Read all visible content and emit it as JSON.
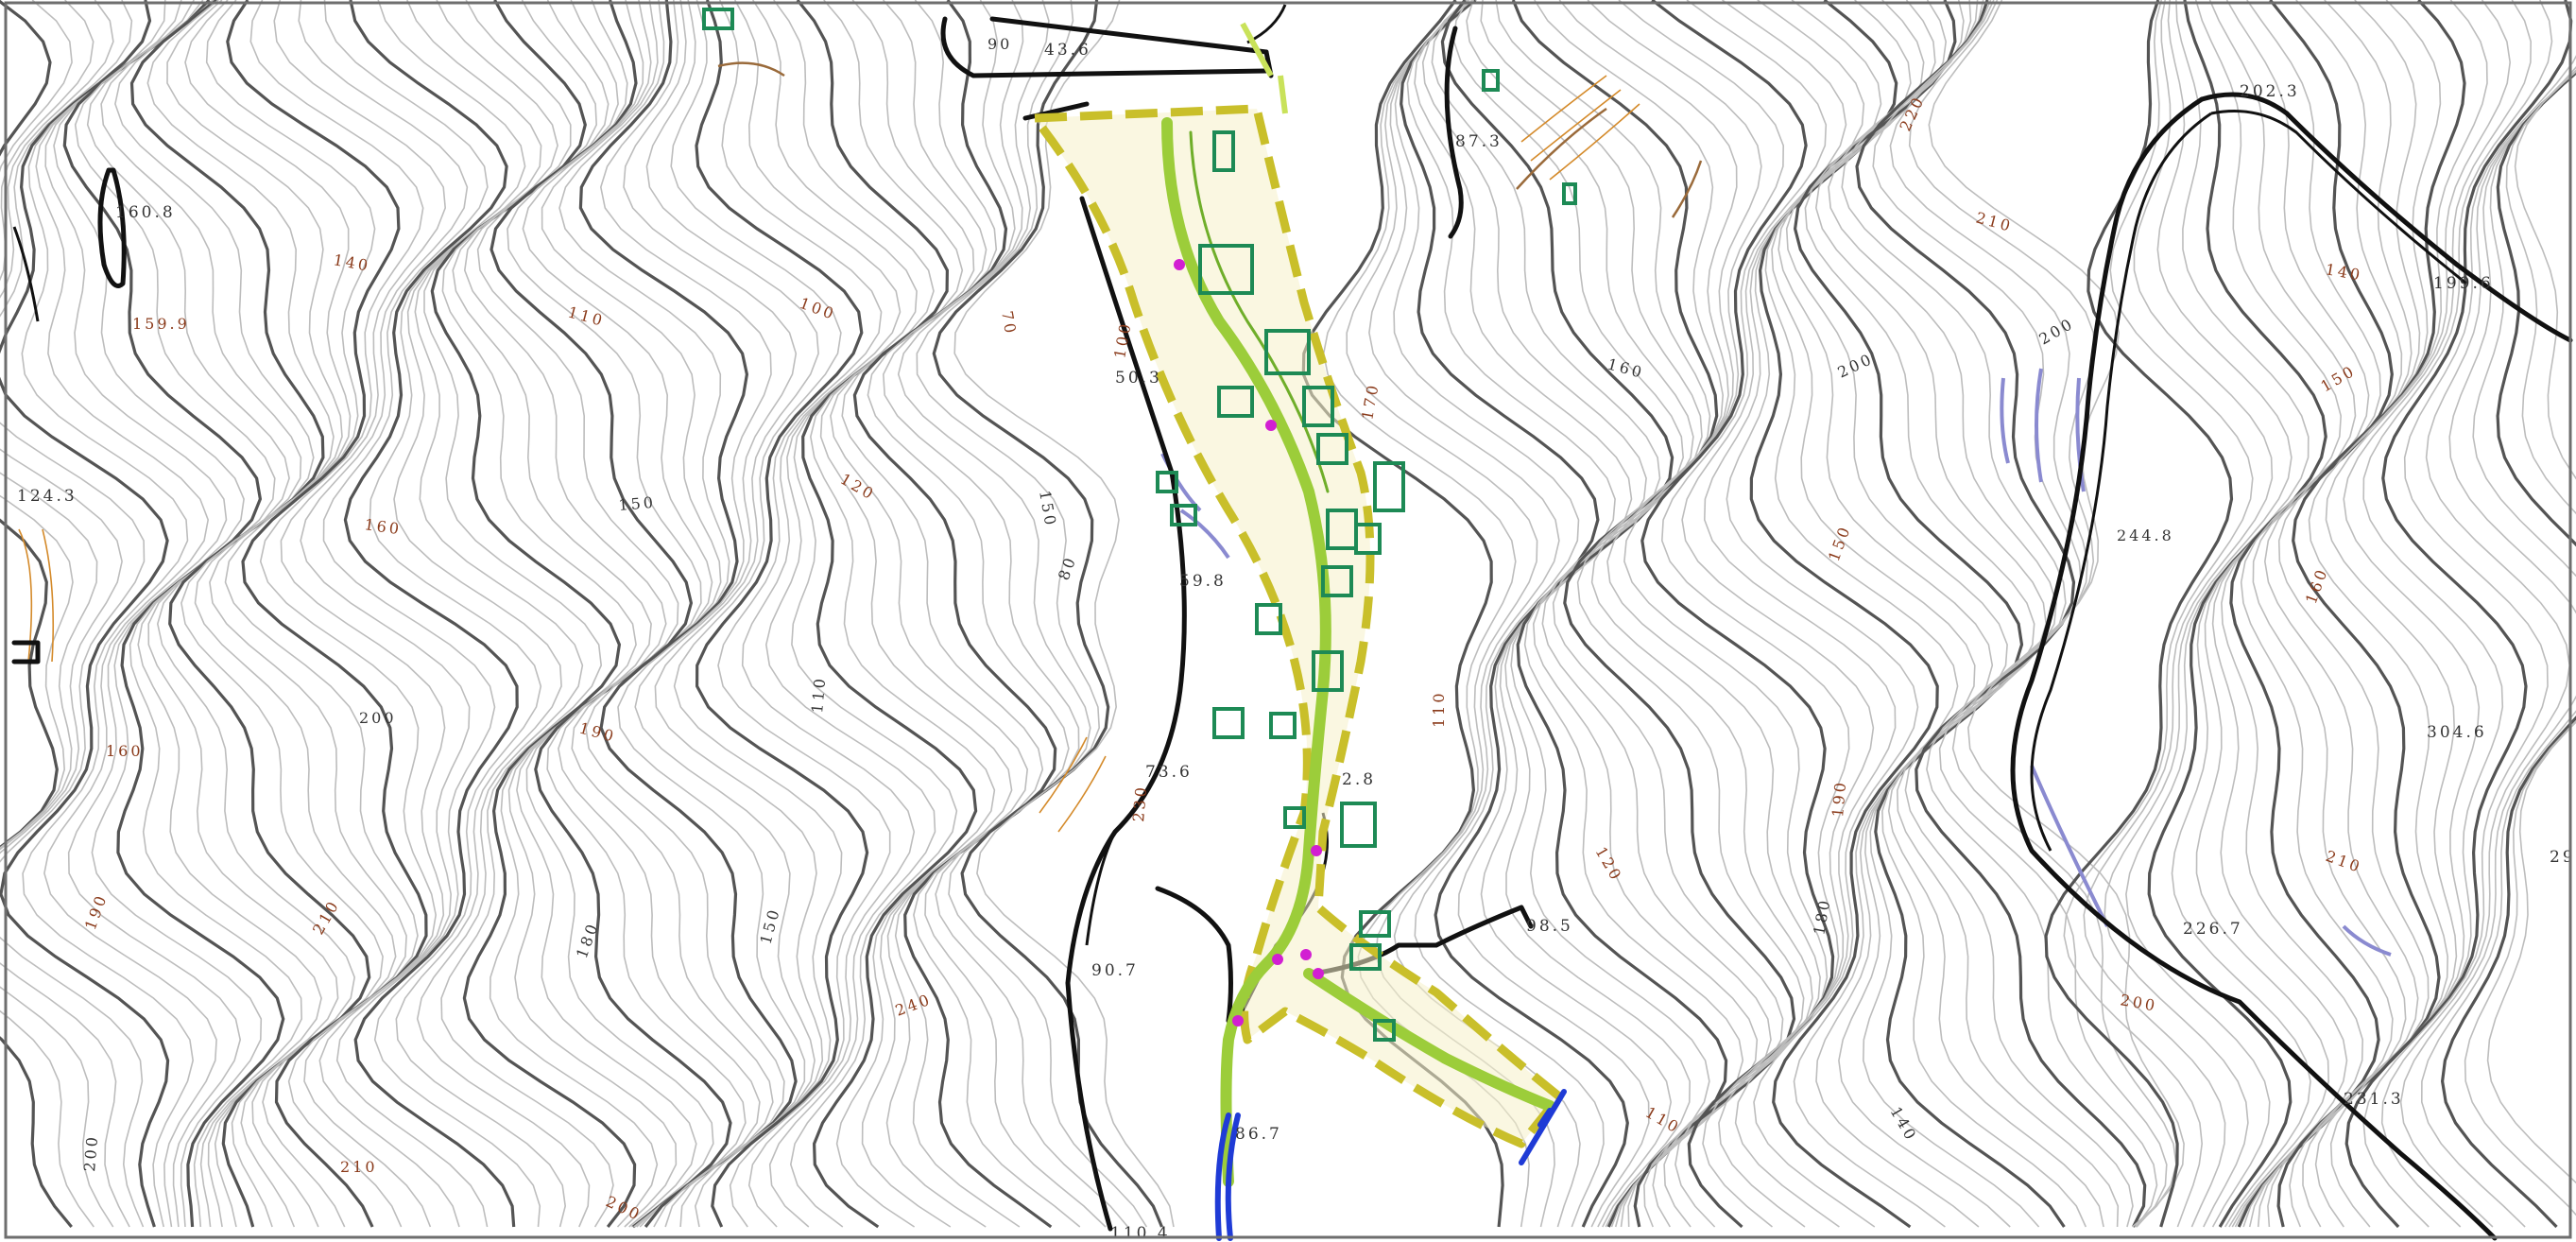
{
  "map": {
    "spot_heights": [
      {
        "id": "sh1",
        "text": "43.6"
      },
      {
        "id": "sh2",
        "text": "202.3"
      },
      {
        "id": "sh3",
        "text": "160.8"
      },
      {
        "id": "sh4",
        "text": "159.9"
      },
      {
        "id": "sh5",
        "text": "199.6"
      },
      {
        "id": "sh6",
        "text": "124.3"
      },
      {
        "id": "sh7",
        "text": "87.3"
      },
      {
        "id": "sh8",
        "text": "50.3"
      },
      {
        "id": "sh9",
        "text": "59.8"
      },
      {
        "id": "sh10",
        "text": "73.6"
      },
      {
        "id": "sh11",
        "text": "2.8"
      },
      {
        "id": "sh12",
        "text": "90.7"
      },
      {
        "id": "sh13",
        "text": "86.7"
      },
      {
        "id": "sh14",
        "text": "110.4"
      },
      {
        "id": "sh15",
        "text": "98.5"
      },
      {
        "id": "sh16",
        "text": "304.6"
      },
      {
        "id": "sh17",
        "text": "244.8"
      },
      {
        "id": "sh18",
        "text": "226.7"
      },
      {
        "id": "sh19",
        "text": "231.3"
      },
      {
        "id": "sh20",
        "text": "29"
      }
    ],
    "contour_labels": [
      {
        "id": "cl1",
        "text": "140",
        "style": "ct"
      },
      {
        "id": "cl2",
        "text": "110",
        "style": "ct"
      },
      {
        "id": "cl3",
        "text": "100",
        "style": "ct"
      },
      {
        "id": "cl4",
        "text": "90",
        "style": "ctg"
      },
      {
        "id": "cl5",
        "text": "70",
        "style": "ct"
      },
      {
        "id": "cl6",
        "text": "160",
        "style": "ct"
      },
      {
        "id": "cl7",
        "text": "150",
        "style": "ctg"
      },
      {
        "id": "cl8",
        "text": "120",
        "style": "ct"
      },
      {
        "id": "cl9",
        "text": "150",
        "style": "ctg"
      },
      {
        "id": "cl10",
        "text": "200",
        "style": "ctg"
      },
      {
        "id": "cl11",
        "text": "190",
        "style": "ct"
      },
      {
        "id": "cl12",
        "text": "160",
        "style": "ct"
      },
      {
        "id": "cl13",
        "text": "110",
        "style": "ctg"
      },
      {
        "id": "cl14",
        "text": "180",
        "style": "ctg"
      },
      {
        "id": "cl15",
        "text": "210",
        "style": "ct"
      },
      {
        "id": "cl16",
        "text": "190",
        "style": "ct"
      },
      {
        "id": "cl17",
        "text": "150",
        "style": "ctg"
      },
      {
        "id": "cl18",
        "text": "200",
        "style": "ctg"
      },
      {
        "id": "cl19",
        "text": "210",
        "style": "ct"
      },
      {
        "id": "cl20",
        "text": "200",
        "style": "ct"
      },
      {
        "id": "cl21",
        "text": "100",
        "style": "ct"
      },
      {
        "id": "cl22",
        "text": "80",
        "style": "ctg"
      },
      {
        "id": "cl23",
        "text": "170",
        "style": "ct"
      },
      {
        "id": "cl24",
        "text": "200",
        "style": "ctg"
      },
      {
        "id": "cl25",
        "text": "150",
        "style": "ct"
      },
      {
        "id": "cl26",
        "text": "190",
        "style": "ct"
      },
      {
        "id": "cl27",
        "text": "200",
        "style": "ctg"
      },
      {
        "id": "cl28",
        "text": "110",
        "style": "ct"
      },
      {
        "id": "cl29",
        "text": "120",
        "style": "ct"
      },
      {
        "id": "cl30",
        "text": "140",
        "style": "ctg"
      },
      {
        "id": "cl31",
        "text": "150",
        "style": "ct"
      },
      {
        "id": "cl32",
        "text": "160",
        "style": "ctg"
      },
      {
        "id": "cl33",
        "text": "180",
        "style": "ctg"
      },
      {
        "id": "cl34",
        "text": "200",
        "style": "ct"
      },
      {
        "id": "cl35",
        "text": "110",
        "style": "ct"
      },
      {
        "id": "cl36",
        "text": "140",
        "style": "ct"
      },
      {
        "id": "cl37",
        "text": "160",
        "style": "ct"
      },
      {
        "id": "cl38",
        "text": "210",
        "style": "ct"
      },
      {
        "id": "cl39",
        "text": "220",
        "style": "ct"
      },
      {
        "id": "cl40",
        "text": "210",
        "style": "ct"
      },
      {
        "id": "cl41",
        "text": "240",
        "style": "ct"
      },
      {
        "id": "cl42",
        "text": "230",
        "style": "ct"
      }
    ],
    "colors": {
      "minor_contour": "#bdbdbd",
      "major_contour": "#545454",
      "boundary": "#c9bf2a",
      "path": "#9ccd3a",
      "building": "#1d8a55",
      "marker": "#d21fd2",
      "water": "#1f3bd6"
    }
  }
}
